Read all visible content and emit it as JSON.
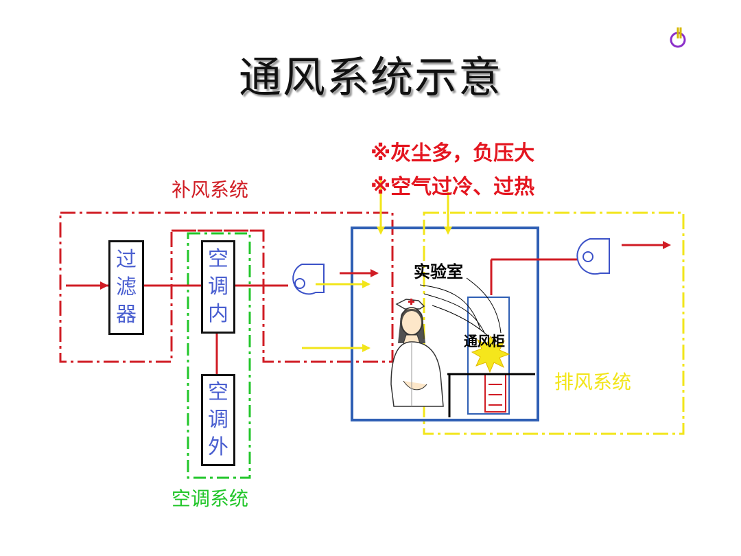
{
  "title": "通风系统示意",
  "notes": [
    "※灰尘多，负压大",
    "※空气过冷、过热"
  ],
  "systems": {
    "makeup_air": "补风系统",
    "air_conditioning": "空调系统",
    "exhaust": "排风系统"
  },
  "components": {
    "filter": [
      "过",
      "滤",
      "器"
    ],
    "ac_indoor": [
      "空",
      "调",
      "内"
    ],
    "ac_outdoor": [
      "空",
      "调",
      "外"
    ],
    "lab": "实验室",
    "fume_hood": "通风柜"
  },
  "colors": {
    "makeup_air": "#d01c24",
    "air_conditioning": "#22c62a",
    "exhaust": "#f2e51a",
    "lab_wall": "#2f5fb4",
    "notes": "#e4151f"
  }
}
